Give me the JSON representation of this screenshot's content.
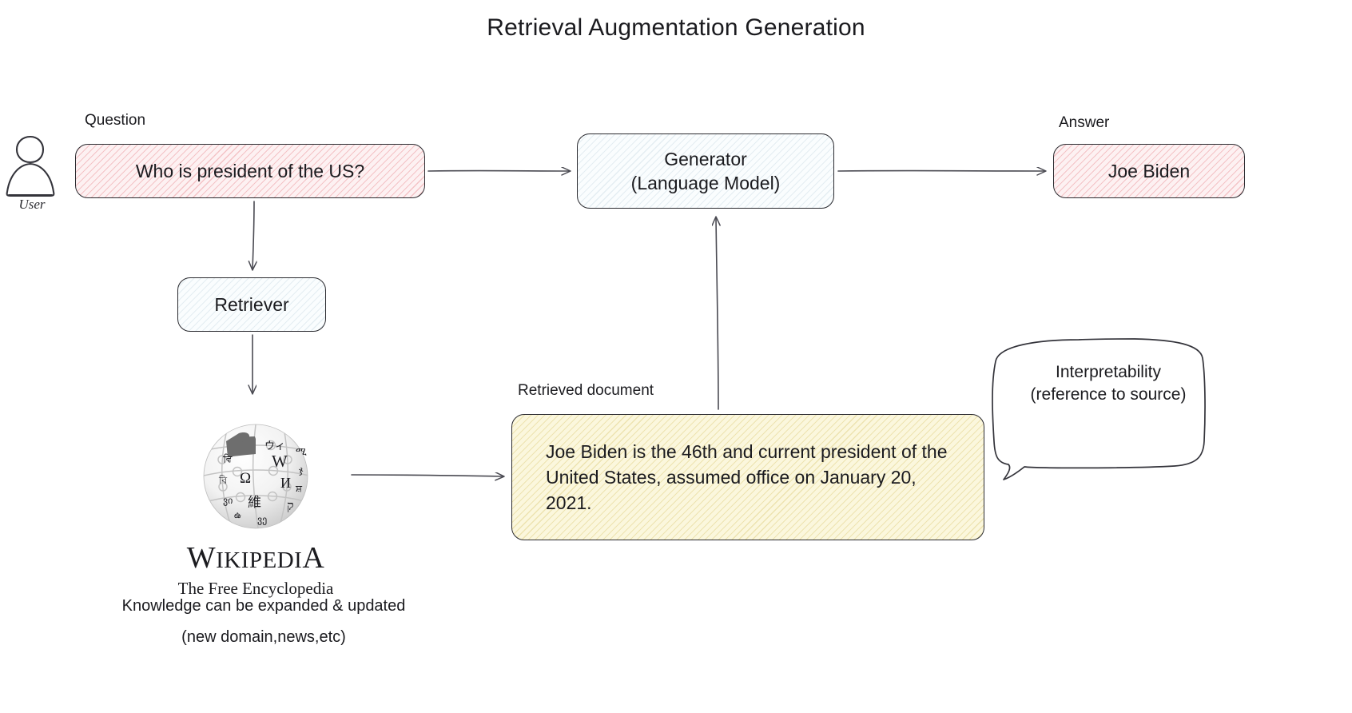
{
  "title": "Retrieval Augmentation Generation",
  "user": {
    "label": "User",
    "icon": "user-person-icon"
  },
  "question": {
    "caption": "Question",
    "text": "Who is president of the US?",
    "fill": "#fdf1f2",
    "hatch": "#e6787d"
  },
  "retriever": {
    "label": "Retriever",
    "fill": "#fafdfe",
    "hatch": "#78a0b4"
  },
  "generator": {
    "line1": "Generator",
    "line2": "(Language Model)",
    "fill": "#fafdfe",
    "hatch": "#78a0b4"
  },
  "answer": {
    "caption": "Answer",
    "text": "Joe Biden",
    "fill": "#fdf1f2",
    "hatch": "#e6787d"
  },
  "document": {
    "caption": "Retrieved document",
    "text": "Joe Biden is the 46th and current president of the United States, assumed office on January 20, 2021.",
    "fill": "#fbf7dd",
    "hatch": "#cdb446"
  },
  "knowledge_source": {
    "logo": "wikipedia-puzzle-globe-icon",
    "wordmark_parts": {
      "w": "W",
      "ikipedi": "IKIPEDI",
      "a": "A"
    },
    "wordmark": "WIKIPEDIA",
    "tagline": "The Free Encyclopedia",
    "note_line1": "Knowledge can be expanded & updated",
    "note_line2": "(new domain,news,etc)"
  },
  "callout": {
    "line1": "Interpretability",
    "line2": "(reference to source)"
  },
  "arrows": [
    {
      "name": "question-to-generator",
      "from": "question-box",
      "to": "generator-box"
    },
    {
      "name": "question-to-retriever",
      "from": "question-box",
      "to": "retriever-box"
    },
    {
      "name": "retriever-to-wikipedia",
      "from": "retriever-box",
      "to": "wikipedia-logo"
    },
    {
      "name": "wikipedia-to-document",
      "from": "wikipedia-logo",
      "to": "document-box"
    },
    {
      "name": "document-to-generator",
      "from": "document-box",
      "to": "generator-box"
    },
    {
      "name": "generator-to-answer",
      "from": "generator-box",
      "to": "answer-box"
    }
  ],
  "colors": {
    "stroke": "#2b2b30",
    "text": "#1b1b1f",
    "background": "#ffffff"
  }
}
